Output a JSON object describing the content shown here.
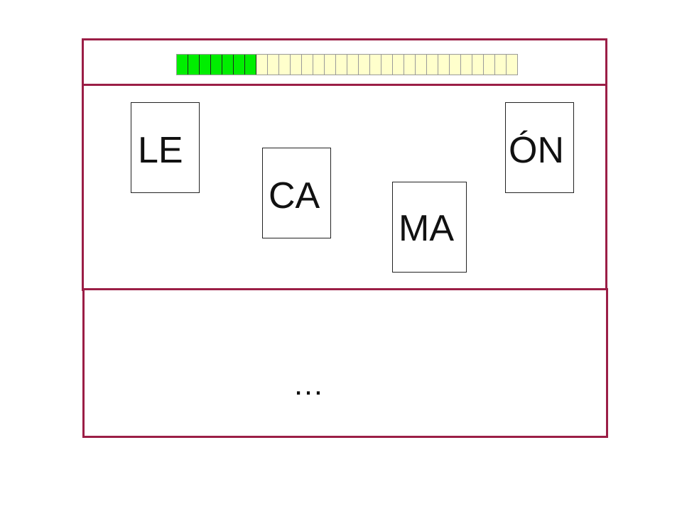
{
  "progress": {
    "total_segments": 30,
    "completed_segments": 7,
    "completed_color": "#00ee00",
    "remaining_color": "#ffffcc"
  },
  "frame_color": "#9b1e46",
  "cards": [
    {
      "id": "le",
      "label": "LE"
    },
    {
      "id": "ca",
      "label": "CA"
    },
    {
      "id": "ma",
      "label": "MA"
    },
    {
      "id": "on",
      "label": "ÓN"
    }
  ],
  "answer": {
    "text": "…"
  }
}
